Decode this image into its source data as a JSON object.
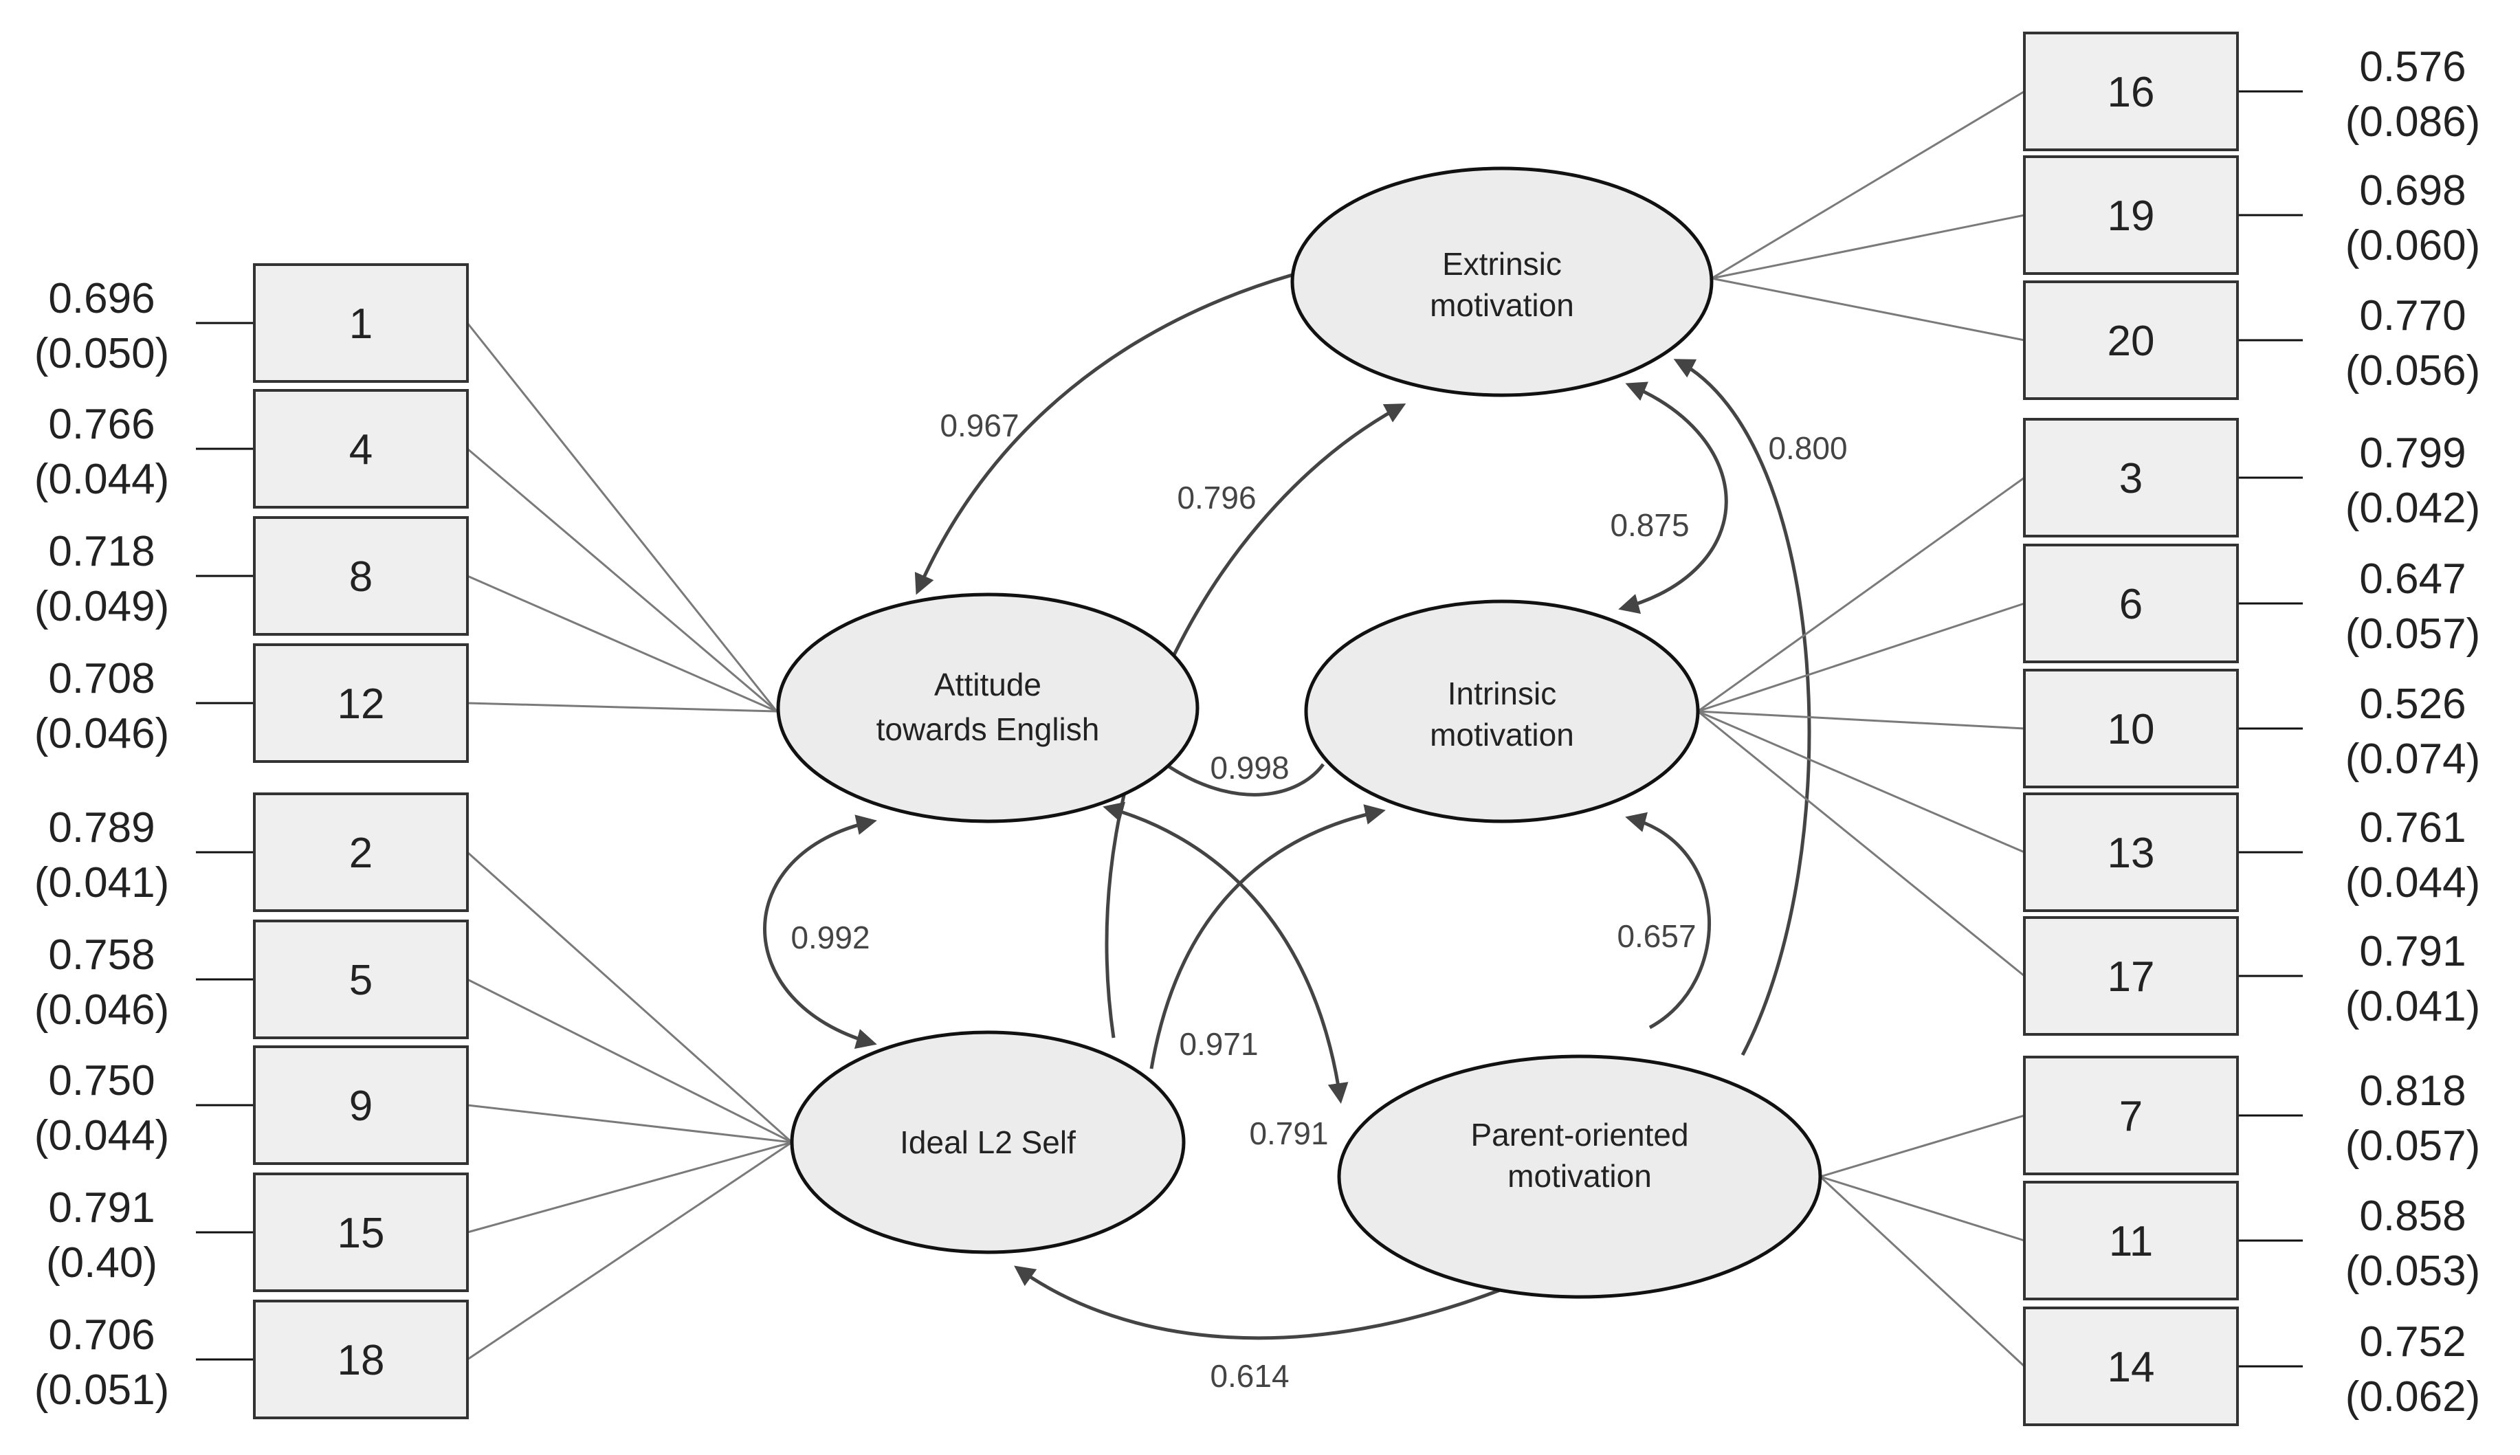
{
  "factors": {
    "extrinsic": [
      "Extrinsic",
      "motivation"
    ],
    "attitude": [
      "Attitude",
      "towards English"
    ],
    "intrinsic": [
      "Intrinsic",
      "motivation"
    ],
    "ideal": [
      "Ideal L2 Self"
    ],
    "parent": [
      "Parent-oriented",
      "motivation"
    ]
  },
  "items": {
    "1": {
      "label": "1",
      "loading": "0.696",
      "se": "(0.050)"
    },
    "4": {
      "label": "4",
      "loading": "0.766",
      "se": "(0.044)"
    },
    "8": {
      "label": "8",
      "loading": "0.718",
      "se": "(0.049)"
    },
    "12": {
      "label": "12",
      "loading": "0.708",
      "se": "(0.046)"
    },
    "2": {
      "label": "2",
      "loading": "0.789",
      "se": "(0.041)"
    },
    "5": {
      "label": "5",
      "loading": "0.758",
      "se": "(0.046)"
    },
    "9": {
      "label": "9",
      "loading": "0.750",
      "se": "(0.044)"
    },
    "15": {
      "label": "15",
      "loading": "0.791",
      "se": "(0.40)"
    },
    "18": {
      "label": "18",
      "loading": "0.706",
      "se": "(0.051)"
    },
    "16": {
      "label": "16",
      "loading": "0.576",
      "se": "(0.086)"
    },
    "19": {
      "label": "19",
      "loading": "0.698",
      "se": "(0.060)"
    },
    "20": {
      "label": "20",
      "loading": "0.770",
      "se": "(0.056)"
    },
    "3": {
      "label": "3",
      "loading": "0.799",
      "se": "(0.042)"
    },
    "6": {
      "label": "6",
      "loading": "0.647",
      "se": "(0.057)"
    },
    "10": {
      "label": "10",
      "loading": "0.526",
      "se": "(0.074)"
    },
    "13": {
      "label": "13",
      "loading": "0.761",
      "se": "(0.044)"
    },
    "17": {
      "label": "17",
      "loading": "0.791",
      "se": "(0.041)"
    },
    "7": {
      "label": "7",
      "loading": "0.818",
      "se": "(0.057)"
    },
    "11": {
      "label": "11",
      "loading": "0.858",
      "se": "(0.053)"
    },
    "14": {
      "label": "14",
      "loading": "0.752",
      "se": "(0.062)"
    }
  },
  "correlations": {
    "attitude_extrinsic": "0.967",
    "ideal_extrinsic": "0.796",
    "extrinsic_intrinsic": "0.875",
    "parent_extrinsic": "0.800",
    "attitude_intrinsic": "0.998",
    "attitude_ideal": "0.992",
    "ideal_intrinsic": "0.971",
    "attitude_parent": "0.791",
    "parent_intrinsic": "0.657",
    "parent_ideal": "0.614"
  }
}
